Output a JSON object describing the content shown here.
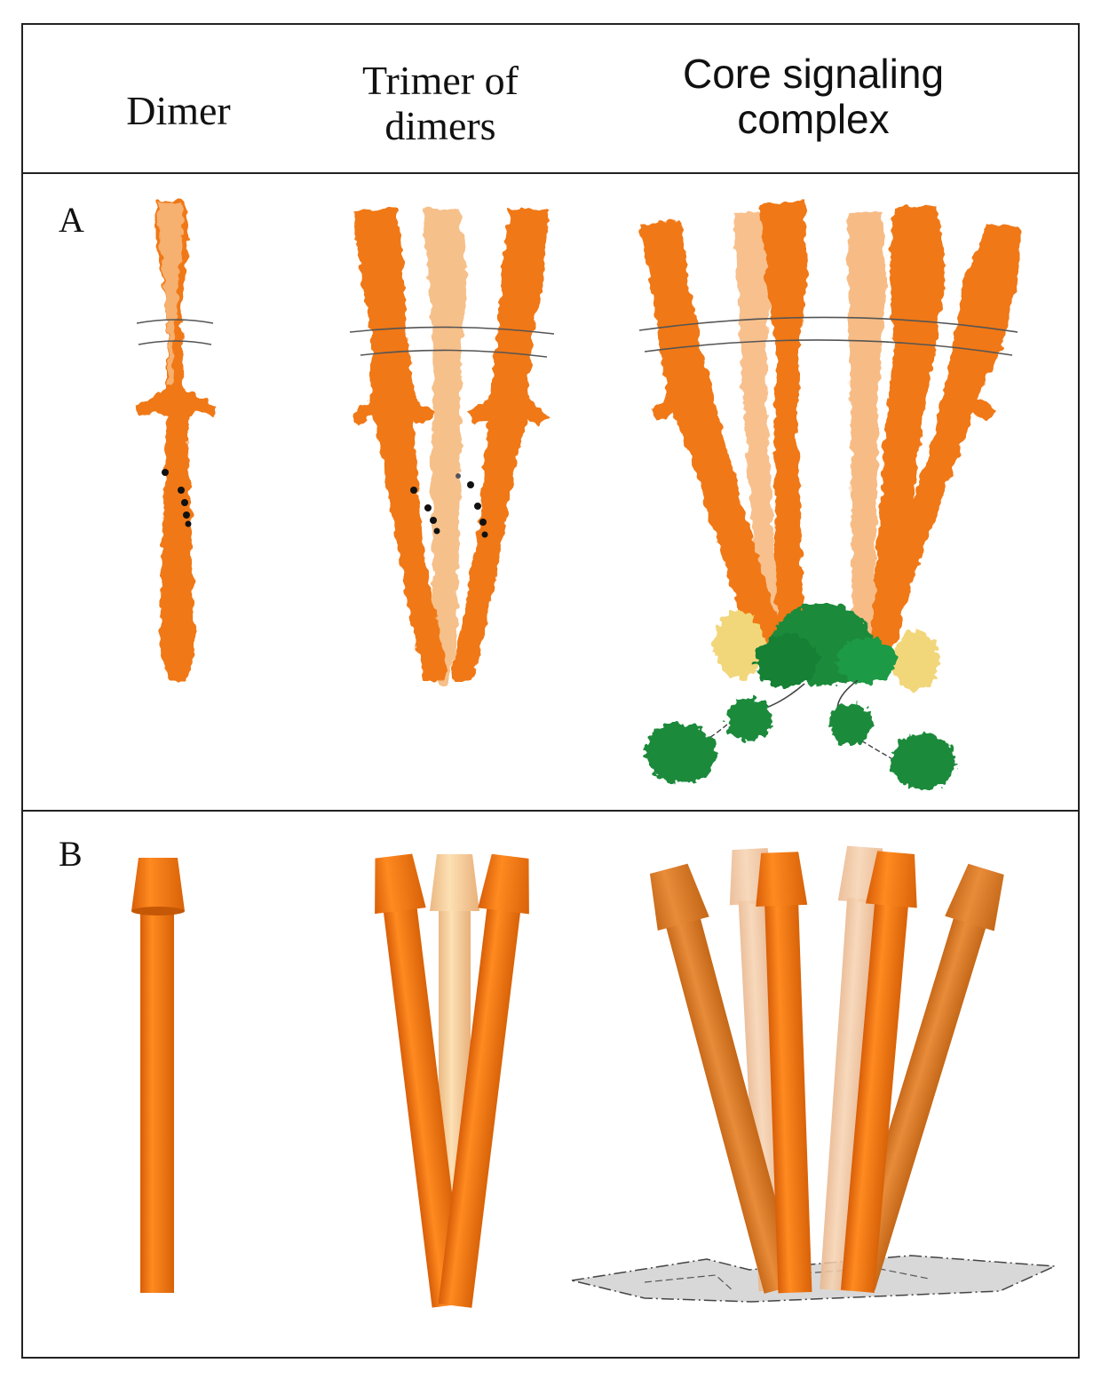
{
  "header": {
    "col1": "Dimer",
    "col2_line1": "Trimer of",
    "col2_line2": "dimers",
    "col3_line1": "Core signaling",
    "col3_line2": "complex"
  },
  "panels": {
    "a_label": "A",
    "b_label": "B"
  },
  "colors": {
    "receptor": "#f07818",
    "receptor_light": "#f6b070",
    "receptor_pale": "#f8d29c",
    "chea": "#1a8a3a",
    "chew": "#f2d67a",
    "membrane": "#555555",
    "baseplate": "#d8d8d8"
  }
}
